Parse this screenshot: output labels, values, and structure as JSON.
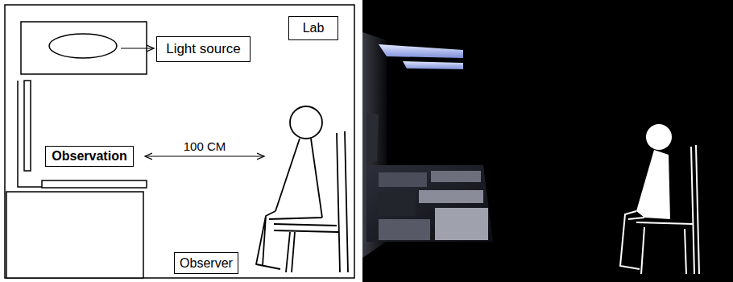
{
  "diagram": {
    "nodes": [
      {
        "text": [
          "Lab"
        ]
      },
      {
        "text": [
          "Light source"
        ]
      },
      {
        "text": [
          "Observation"
        ]
      },
      {
        "text": [
          "Observer"
        ]
      }
    ],
    "labels": [
      "100 CM"
    ]
  }
}
